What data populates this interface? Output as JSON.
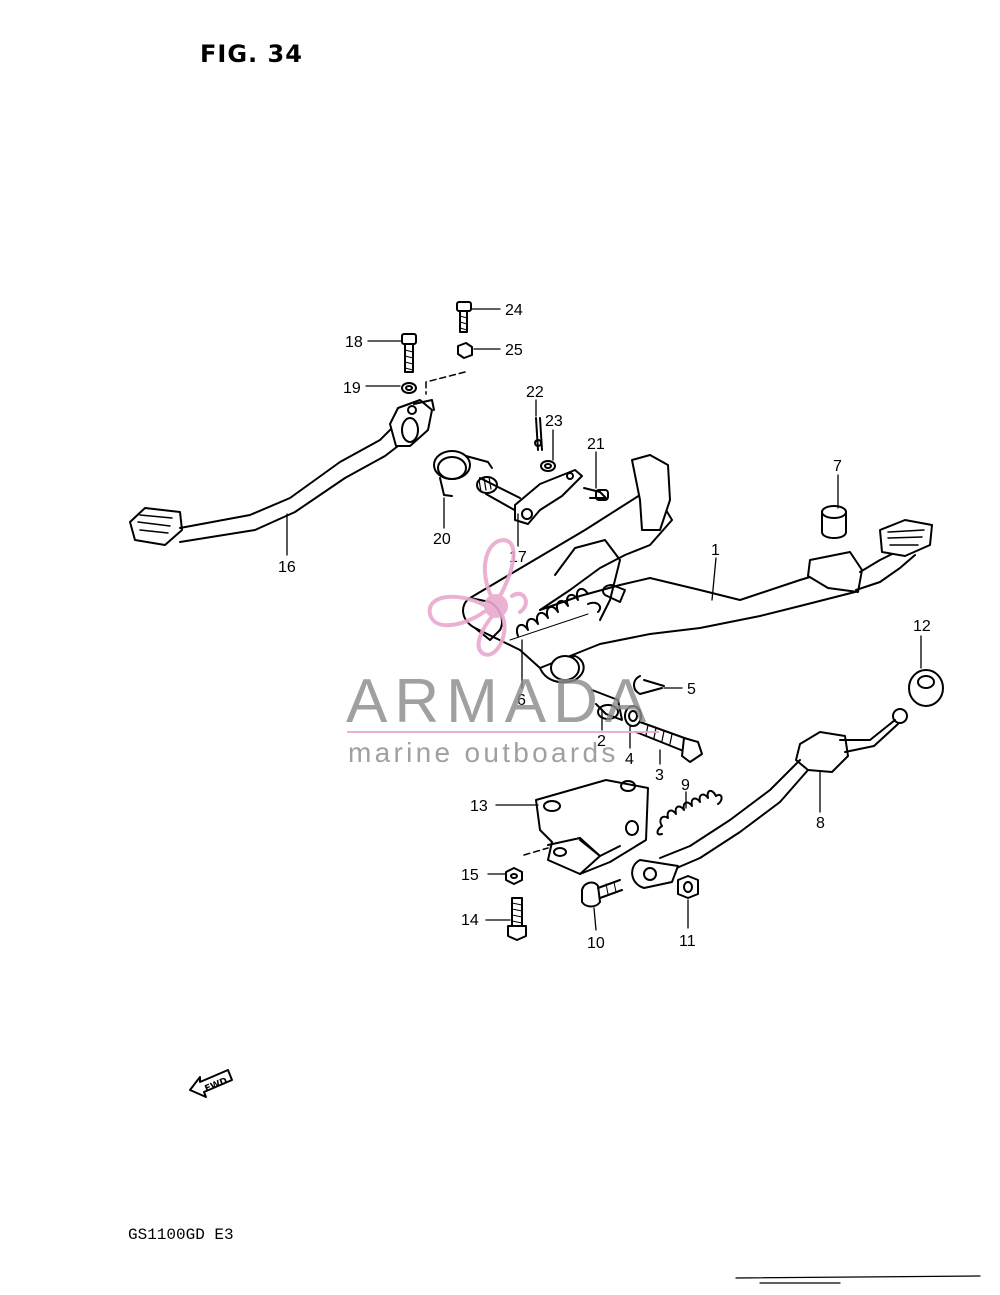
{
  "figure": {
    "title": "FIG. 34",
    "model_code": "GS1100GD  E3",
    "fwd_label": "FWD"
  },
  "watermark": {
    "brand": "ARMADA",
    "tagline": "marine outboards",
    "brand_color": "#8c8c8c",
    "logo_color": "#e9a9cf"
  },
  "callouts": [
    {
      "id": "c1",
      "label": "1"
    },
    {
      "id": "c2",
      "label": "2"
    },
    {
      "id": "c3",
      "label": "3"
    },
    {
      "id": "c4",
      "label": "4"
    },
    {
      "id": "c5",
      "label": "5"
    },
    {
      "id": "c6",
      "label": "6"
    },
    {
      "id": "c7",
      "label": "7"
    },
    {
      "id": "c8",
      "label": "8"
    },
    {
      "id": "c9",
      "label": "9"
    },
    {
      "id": "c10",
      "label": "10"
    },
    {
      "id": "c11",
      "label": "11"
    },
    {
      "id": "c12",
      "label": "12"
    },
    {
      "id": "c13",
      "label": "13"
    },
    {
      "id": "c14",
      "label": "14"
    },
    {
      "id": "c15",
      "label": "15"
    },
    {
      "id": "c16",
      "label": "16"
    },
    {
      "id": "c17",
      "label": "17"
    },
    {
      "id": "c18",
      "label": "18"
    },
    {
      "id": "c19",
      "label": "19"
    },
    {
      "id": "c20",
      "label": "20"
    },
    {
      "id": "c21",
      "label": "21"
    },
    {
      "id": "c22",
      "label": "22"
    },
    {
      "id": "c23",
      "label": "23"
    },
    {
      "id": "c24",
      "label": "24"
    },
    {
      "id": "c25",
      "label": "25"
    }
  ]
}
